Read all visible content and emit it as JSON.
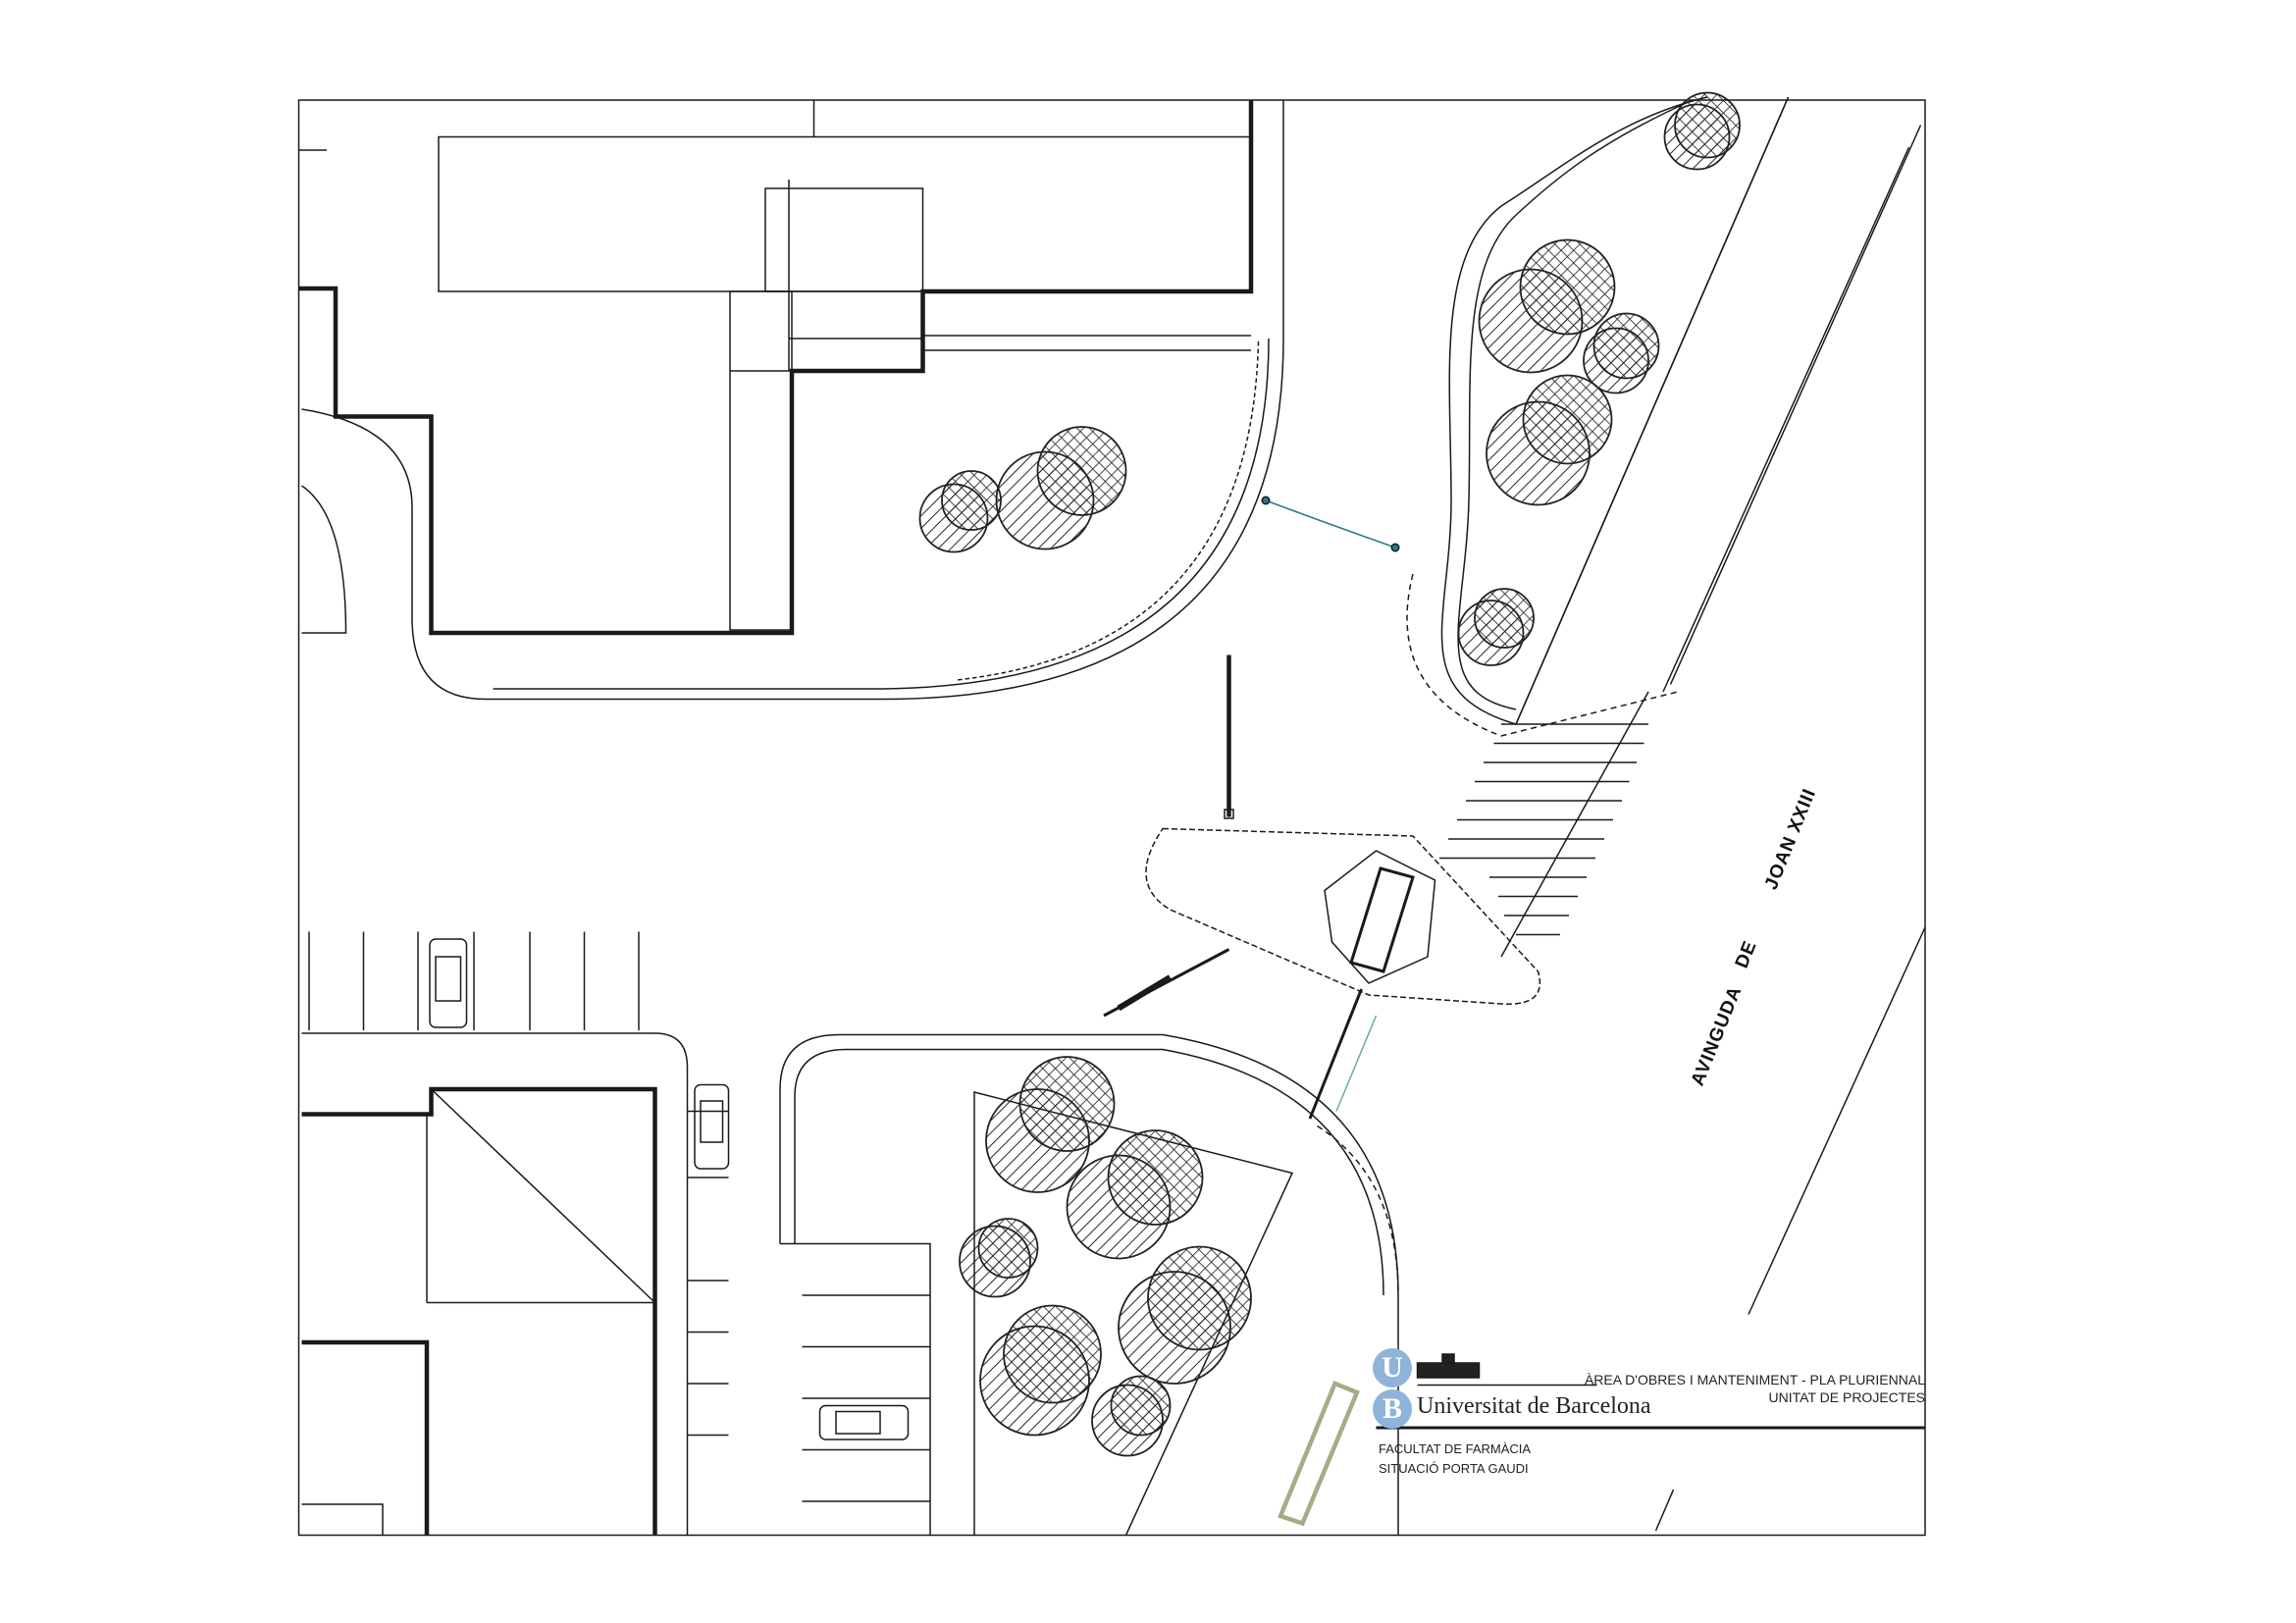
{
  "street_label": {
    "word1": "AVINGUDA",
    "word2": "DE",
    "word3": "JOAN XXIII"
  },
  "title_block": {
    "logo_letters": [
      "U",
      "B"
    ],
    "institution": "Universitat de Barcelona",
    "department_line1": "ÀREA D'OBRES I MANTENIMENT - PLA PLURIENNAL",
    "department_line2": "UNITAT DE PROJECTES",
    "project_line1": "FACULTAT DE FARMÀCIA",
    "project_line2": "SITUACIÓ PORTA GAUDI"
  },
  "colors": {
    "line": "#1a1a1a",
    "logo": "#8fb4d9",
    "accent_line": "#2a7a8a"
  }
}
